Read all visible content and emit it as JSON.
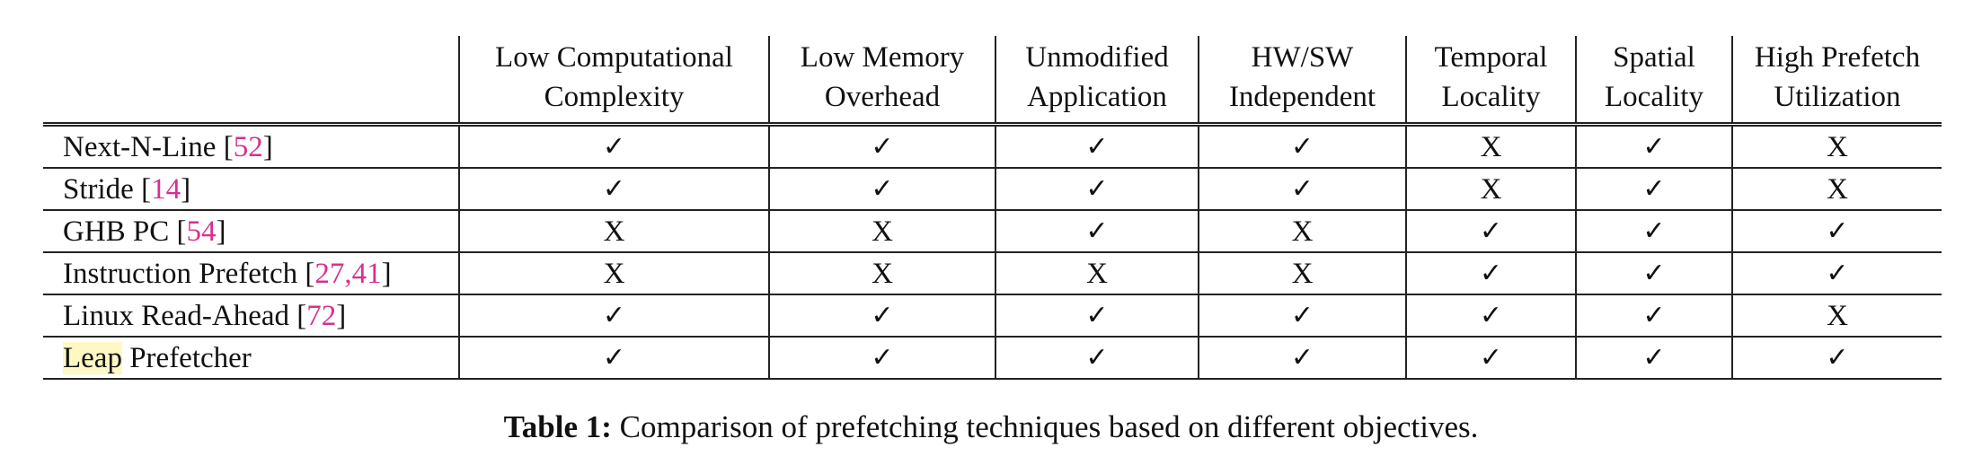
{
  "table": {
    "columns": [
      {
        "line1": "",
        "line2": ""
      },
      {
        "line1": "Low Computational",
        "line2": "Complexity"
      },
      {
        "line1": "Low Memory",
        "line2": "Overhead"
      },
      {
        "line1": "Unmodified",
        "line2": "Application"
      },
      {
        "line1": "HW/SW",
        "line2": "Independent"
      },
      {
        "line1": "Temporal",
        "line2": "Locality"
      },
      {
        "line1": "Spatial",
        "line2": "Locality"
      },
      {
        "line1": "High Prefetch",
        "line2": "Utilization"
      }
    ],
    "check_symbol": "✓",
    "cross_symbol": "X",
    "rows": [
      {
        "name": "Next-N-Line",
        "cite": "52",
        "highlight": "",
        "values": [
          "✓",
          "✓",
          "✓",
          "✓",
          "X",
          "✓",
          "X"
        ]
      },
      {
        "name": "Stride",
        "cite": "14",
        "highlight": "",
        "values": [
          "✓",
          "✓",
          "✓",
          "✓",
          "X",
          "✓",
          "X"
        ]
      },
      {
        "name": "GHB PC",
        "cite": "54",
        "highlight": "",
        "values": [
          "X",
          "X",
          "✓",
          "X",
          "✓",
          "✓",
          "✓"
        ]
      },
      {
        "name": "Instruction Prefetch",
        "cite": "27,41",
        "highlight": "",
        "values": [
          "X",
          "X",
          "X",
          "X",
          "✓",
          "✓",
          "✓"
        ]
      },
      {
        "name": "Linux Read-Ahead",
        "cite": "72",
        "highlight": "",
        "values": [
          "✓",
          "✓",
          "✓",
          "✓",
          "✓",
          "✓",
          "X"
        ]
      },
      {
        "name": "Prefetcher",
        "cite": "",
        "highlight": "Leap",
        "values": [
          "✓",
          "✓",
          "✓",
          "✓",
          "✓",
          "✓",
          "✓"
        ]
      }
    ]
  },
  "caption": {
    "label": "Table 1:",
    "text": "Comparison of prefetching techniques based on different objectives."
  },
  "colors": {
    "citation": "#d6308f",
    "highlight": "#fdf8c4",
    "rule": "#222222"
  }
}
